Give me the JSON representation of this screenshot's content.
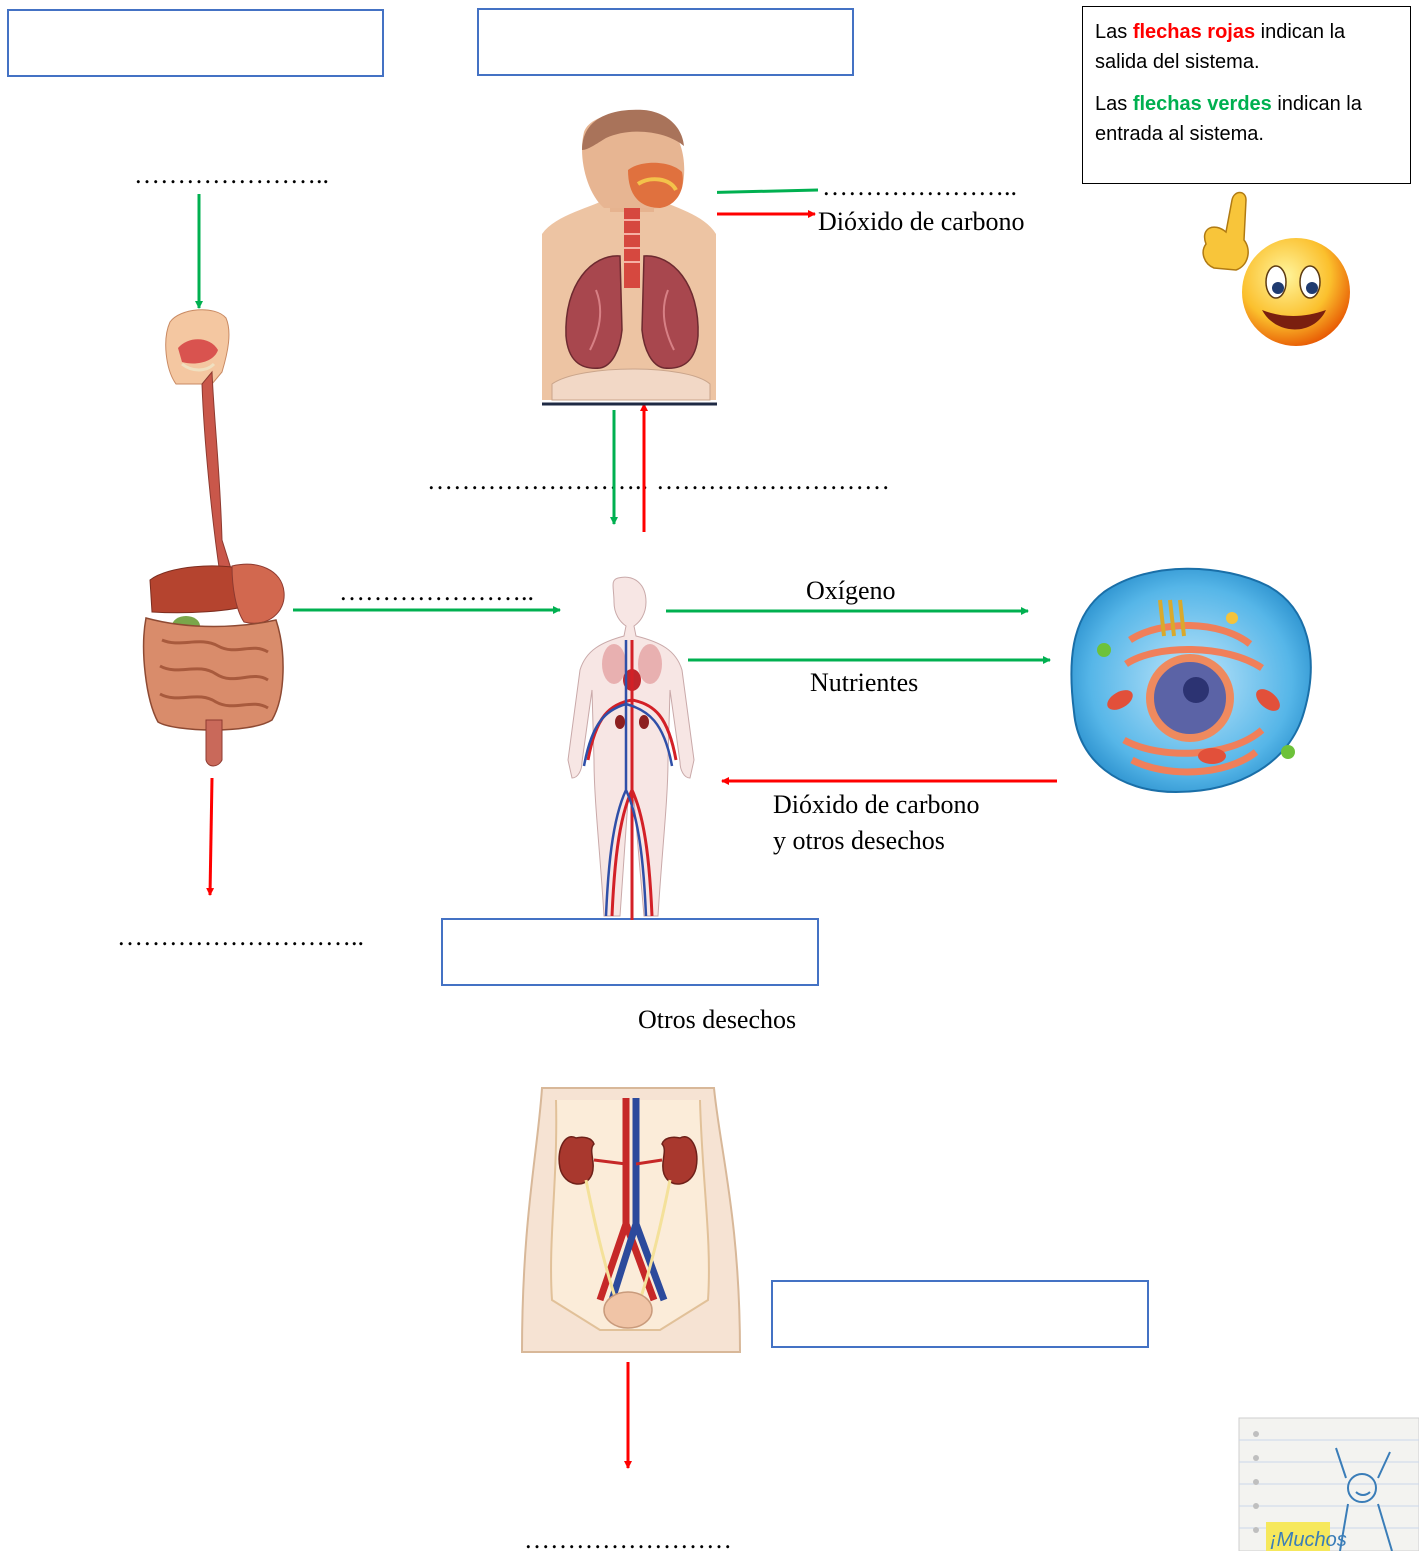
{
  "legend": {
    "line1_pre": "Las ",
    "line1_red": "flechas rojas",
    "line1_post": " indican la salida del sistema.",
    "line2_pre": "Las ",
    "line2_green": "flechas verdes",
    "line2_post": " indican la entrada al sistema.",
    "red_color": "#ff0000",
    "green_color": "#00b050"
  },
  "labels": {
    "digestive_input": "…………………..",
    "digestive_output": "………………………..",
    "respiratory_input": "…………………..",
    "respiratory_output": "Dióxido de carbono",
    "lungs_to_blood": "……………………..",
    "blood_to_lungs": "………………………",
    "digestive_to_blood": "…………………..",
    "oxygen": "Oxígeno",
    "nutrients": "Nutrientes",
    "cell_waste_1": "Dióxido de carbono",
    "cell_waste_2": "y otros desechos",
    "other_waste": "Otros desechos",
    "excretory_output": "……………………",
    "sticker_text": "¡Muchos"
  },
  "icons": [
    "digestive-system-icon",
    "respiratory-system-icon",
    "circulatory-system-icon",
    "cell-icon",
    "excretory-system-icon",
    "pointing-smiley-icon",
    "notebook-sticker-icon"
  ],
  "colors": {
    "box_border": "#4472c4",
    "arrow_red": "#ff0000",
    "arrow_green": "#00b050"
  }
}
